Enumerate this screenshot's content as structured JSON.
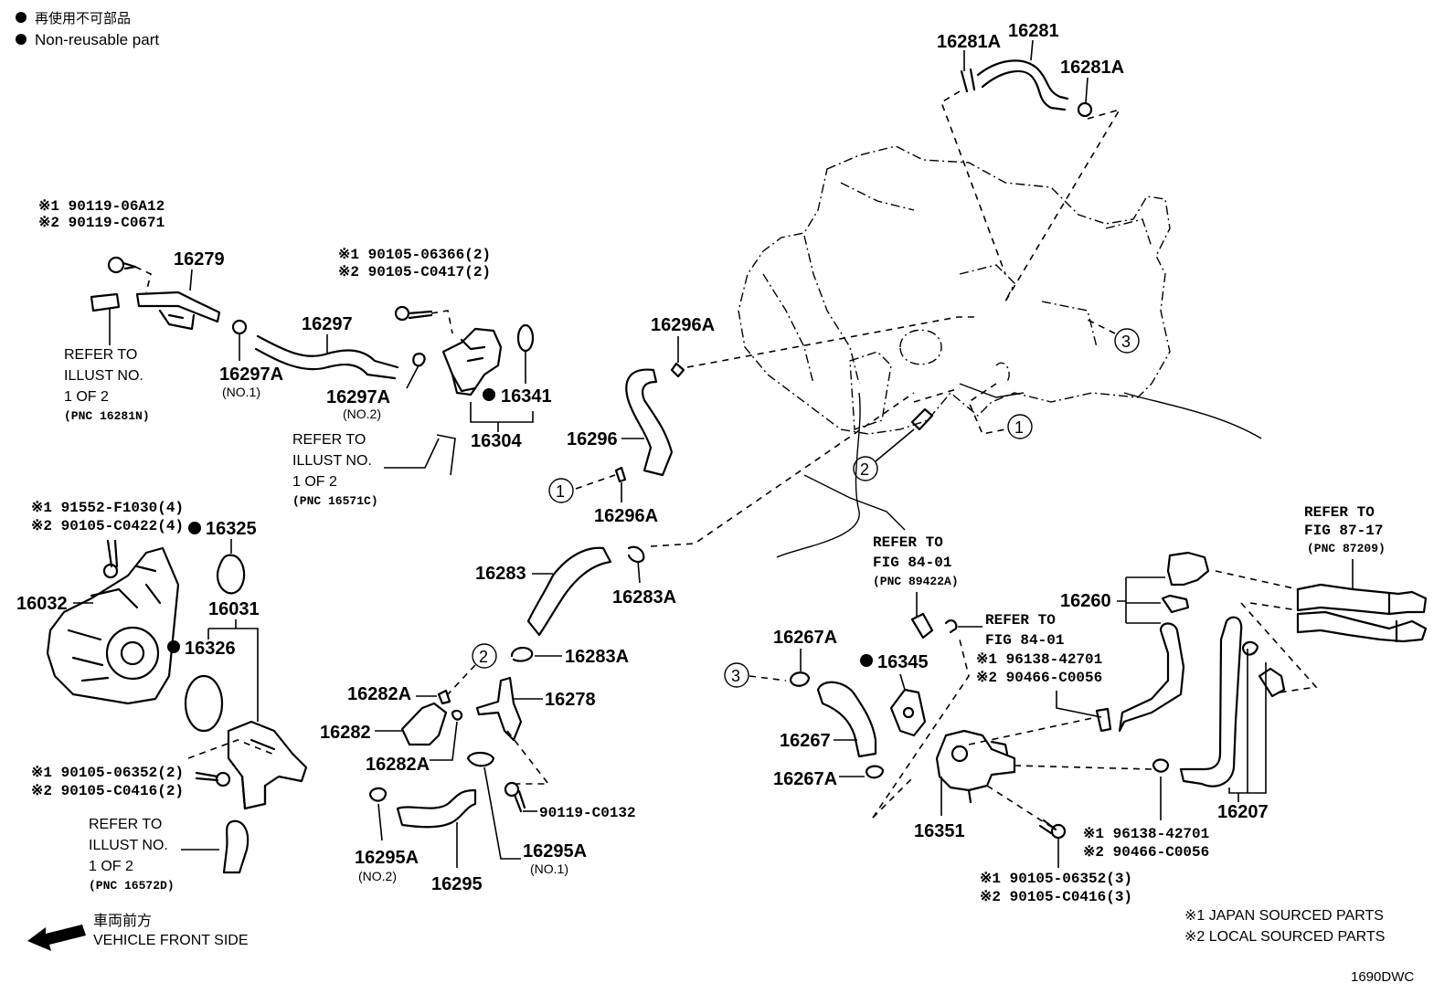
{
  "legend": {
    "jp": "再使用不可部品",
    "en": "Non-reusable part"
  },
  "part_labels": {
    "p16281A_l": "16281A",
    "p16281": "16281",
    "p16281A_r": "16281A",
    "p16279": "16279",
    "p16297": "16297",
    "p16297A1": "16297A",
    "no1": "(NO.1)",
    "p16297A2": "16297A",
    "no2": "(NO.2)",
    "p16341": "16341",
    "p16304": "16304",
    "p16296A_t": "16296A",
    "p16296": "16296",
    "p16296A_b": "16296A",
    "p16325": "16325",
    "p16031": "16031",
    "p16032": "16032",
    "p16326": "16326",
    "p16283": "16283",
    "p16283A_1": "16283A",
    "p16283A_2": "16283A",
    "p16282A_1": "16282A",
    "p16278": "16278",
    "p16282": "16282",
    "p16282A_2": "16282A",
    "p16295A_l": "16295A",
    "no2b": "(NO.2)",
    "p16295": "16295",
    "p16295A_r": "16295A",
    "no1b": "(NO.1)",
    "p16267A_t": "16267A",
    "p16345": "16345",
    "p16267": "16267",
    "p16267A_b": "16267A",
    "p16351": "16351",
    "p16260": "16260",
    "p16207": "16207"
  },
  "bolt_codes": {
    "b1a": "※1 90119-06A12",
    "b1b": "※2 90119-C0671",
    "b2a": "※1 90105-06366(2)",
    "b2b": "※2 90105-C0417(2)",
    "b3a": "※1 91552-F1030(4)",
    "b3b": "※2 90105-C0422(4)",
    "b4a": "※1 90105-06352(2)",
    "b4b": "※2 90105-C0416(2)",
    "b5": "90119-C0132",
    "b6a": "※1 96138-42701",
    "b6b": "※2 90466-C0056",
    "b7a": "※1 96138-42701",
    "b7b": "※2 90466-C0056",
    "b8a": "※1 90105-06352(3)",
    "b8b": "※2 90105-C0416(3)"
  },
  "refer_notes": {
    "r1": [
      "REFER TO",
      "ILLUST NO.",
      "1 OF 2",
      "(PNC 16281N)"
    ],
    "r2": [
      "REFER TO",
      "ILLUST NO.",
      "1 OF 2",
      "(PNC 16571C)"
    ],
    "r3": [
      "REFER TO",
      "ILLUST NO.",
      "1 OF 2",
      "(PNC 16572D)"
    ],
    "r4": [
      "REFER TO",
      "FIG 84-01",
      "(PNC 89422A)"
    ],
    "r5": [
      "REFER TO",
      "FIG 84-01"
    ],
    "r6": [
      "REFER TO",
      "FIG 87-17",
      "(PNC 87209)"
    ]
  },
  "circle_refs": {
    "c1a": "1",
    "c1b": "1",
    "c2a": "2",
    "c2b": "2",
    "c3a": "3",
    "c3b": "3"
  },
  "footer": {
    "front_jp": "車両前方",
    "front_en": "VEHICLE FRONT SIDE",
    "note1": "※1 JAPAN SOURCED PARTS",
    "note2": "※2 LOCAL SOURCED PARTS",
    "code": "1690DWC"
  }
}
